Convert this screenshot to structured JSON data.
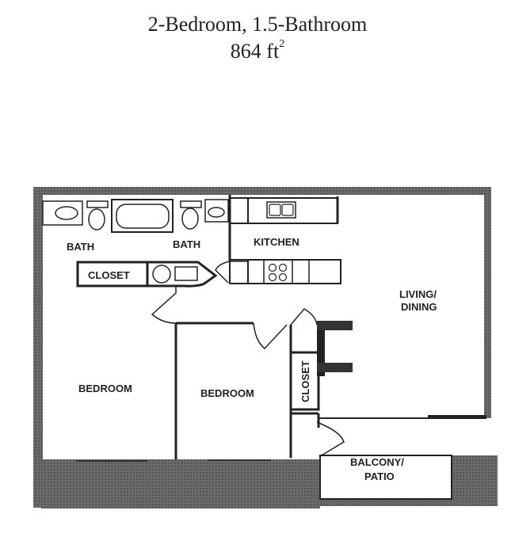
{
  "title": {
    "line1": "2-Bedroom, 1.5-Bathroom",
    "area_value": "864 ft",
    "area_sup": "2"
  },
  "rooms": {
    "bath1": "BATH",
    "bath2": "BATH",
    "kitchen": "KITCHEN",
    "closet_hall": "CLOSET",
    "living_line1": "LIVING/",
    "living_line2": "DINING",
    "bedroom1": "BEDROOM",
    "bedroom2": "BEDROOM",
    "closet_bedroom": "CLOSET",
    "balcony_line1": "BALCONY/",
    "balcony_line2": "PATIO"
  },
  "colors": {
    "wall": "#222222",
    "hatch": "#6a6a6a"
  }
}
